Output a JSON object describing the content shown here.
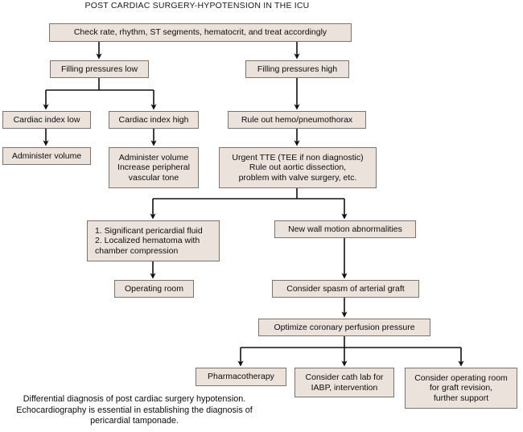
{
  "title": "POST CARDIAC SURGERY-HYPOTENSION IN THE ICU",
  "colors": {
    "box_fill": "#ece2dc",
    "box_border": "#7d736b",
    "connector": "#111111",
    "text": "#0d0d0d",
    "background": "#ffffff"
  },
  "nodes": {
    "root": "Check rate, rhythm, ST segments, hematocrit, and treat accordingly",
    "filling_low": "Filling pressures low",
    "filling_high": "Filling pressures high",
    "cardiac_index_low": "Cardiac index low",
    "cardiac_index_high": "Cardiac index high",
    "administer_volume": "Administer volume",
    "administer_volume_tone": {
      "line1": "Administer volume",
      "line2": "Increase peripheral",
      "line3": "vascular tone"
    },
    "rule_out_hemo": "Rule out hemo/pneumothorax",
    "urgent_tte": {
      "line1": "Urgent TTE (TEE if non diagnostic)",
      "line2": "Rule out aortic dissection,",
      "line3": "problem with valve surgery, etc."
    },
    "pericardial": {
      "line1": "1. Significant pericardial fluid",
      "line2": "2. Localized hematoma with",
      "line3": "chamber compression"
    },
    "operating_room": "Operating room",
    "new_wall_motion": "New wall motion abnormalities",
    "consider_spasm": "Consider spasm of arterial graft",
    "optimize_perfusion": "Optimize coronary perfusion pressure",
    "pharmacotherapy": "Pharmacotherapy",
    "cath_lab": {
      "line1": "Consider cath lab for",
      "line2": "IABP, intervention"
    },
    "graft_revision": {
      "line1": "Consider operating room",
      "line2": "for graft revision,",
      "line3": "further support"
    }
  },
  "caption": {
    "line1": "Differential diagnosis of post cardiac surgery hypotension.",
    "line2": "Echocardiography is essential in establishing the diagnosis",
    "line3": "of pericardial tamponade."
  }
}
